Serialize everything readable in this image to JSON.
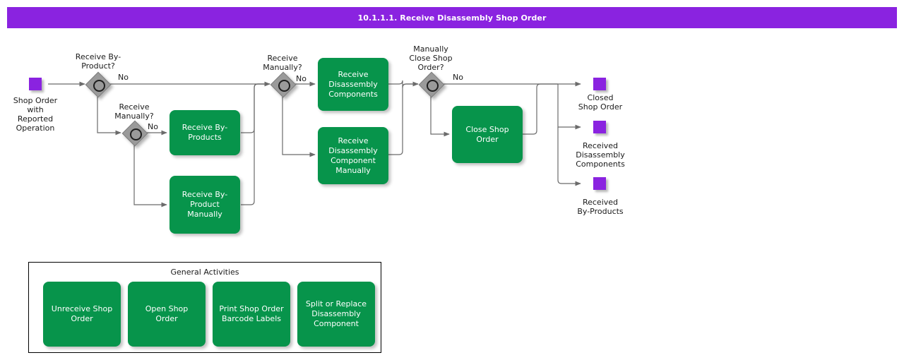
{
  "header": {
    "title": "10.1.1.1. Receive Disassembly Shop Order",
    "bar_color": "#8a23e0",
    "text_color": "#ffffff"
  },
  "colors": {
    "terminator": "#8a23e0",
    "activity": "#07944b",
    "decision": "#9a9a9a",
    "connector": "#6b6b6b",
    "text_on_activity": "#ffffff",
    "diagram_text": "#1a1a1a"
  },
  "diagram": {
    "type": "flowchart",
    "start_nodes": [
      {
        "id": "start",
        "kind": "terminator",
        "label": "Shop Order\nwith\nReported\nOperation"
      }
    ],
    "decisions": [
      {
        "id": "d1",
        "kind": "decision",
        "label": "Receive By-\nProduct?",
        "branch_label": "No"
      },
      {
        "id": "d2",
        "kind": "decision",
        "label": "Receive\nManually?",
        "branch_label": "No"
      },
      {
        "id": "d3",
        "kind": "decision",
        "label": "Receive\nManually?",
        "branch_label": "No"
      },
      {
        "id": "d4",
        "kind": "decision",
        "label": "Manually\nClose Shop\nOrder?",
        "branch_label": "No"
      }
    ],
    "activities": [
      {
        "id": "a1",
        "kind": "activity",
        "label": "Receive By-\nProducts"
      },
      {
        "id": "a2",
        "kind": "activity",
        "label": "Receive By-\nProduct\nManually"
      },
      {
        "id": "a3",
        "kind": "activity",
        "label": "Receive\nDisassembly\nComponents"
      },
      {
        "id": "a4",
        "kind": "activity",
        "label": "Receive\nDisassembly\nComponent\nManually"
      },
      {
        "id": "a5",
        "kind": "activity",
        "label": "Close Shop\nOrder"
      }
    ],
    "end_nodes": [
      {
        "id": "e1",
        "kind": "terminator",
        "label": "Closed\nShop Order"
      },
      {
        "id": "e2",
        "kind": "terminator",
        "label": "Received\nDisassembly\nComponents"
      },
      {
        "id": "e3",
        "kind": "terminator",
        "label": "Received\nBy-Products"
      }
    ]
  },
  "general_activities": {
    "title": "General Activities",
    "items": [
      {
        "label": "Unreceive Shop\nOrder"
      },
      {
        "label": "Open Shop\nOrder"
      },
      {
        "label": "Print Shop Order\nBarcode Labels"
      },
      {
        "label": "Split or Replace\nDisassembly\nComponent"
      }
    ]
  }
}
